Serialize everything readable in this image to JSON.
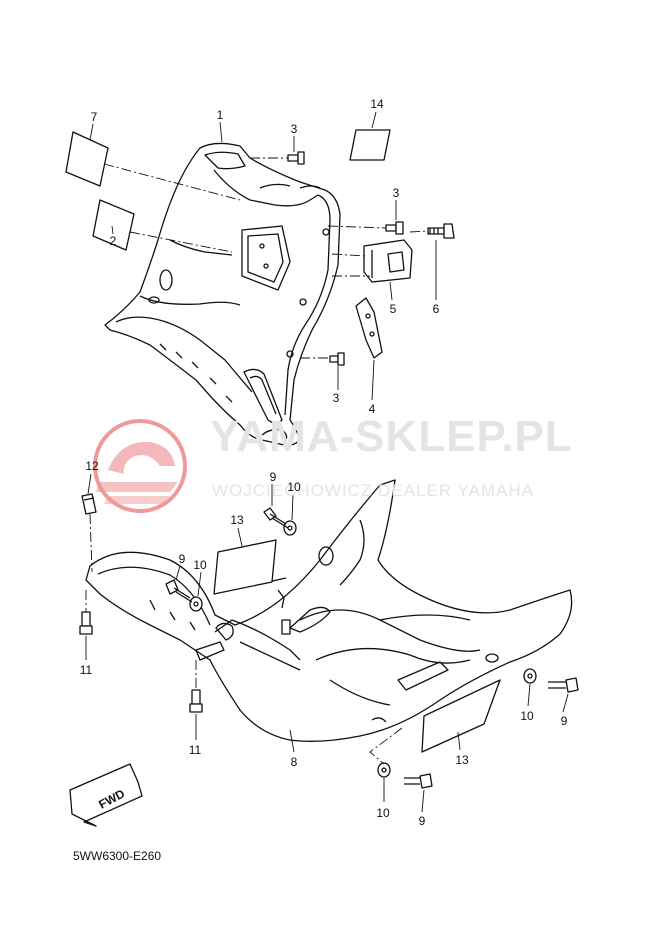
{
  "watermark": {
    "title": "YAMA-SKLEP.PL",
    "subtitle": "WOJCIECHOWICZ DEALER YAMAHA",
    "logo_color": "#e2474a",
    "text_color": "#e4e4e4"
  },
  "diagram_code": "5WW6300-E260",
  "fwd_label": "FWD",
  "parts": [
    {
      "id": "p1",
      "number": "1",
      "name": "leg shield"
    },
    {
      "id": "p2",
      "number": "2",
      "name": "label"
    },
    {
      "id": "p3a",
      "number": "3",
      "name": "screw"
    },
    {
      "id": "p3b",
      "number": "3",
      "name": "screw"
    },
    {
      "id": "p3c",
      "number": "3",
      "name": "screw"
    },
    {
      "id": "p4",
      "number": "4",
      "name": "stay"
    },
    {
      "id": "p5",
      "number": "5",
      "name": "hook"
    },
    {
      "id": "p6",
      "number": "6",
      "name": "screw"
    },
    {
      "id": "p7",
      "number": "7",
      "name": "label"
    },
    {
      "id": "p14",
      "number": "14",
      "name": "label"
    },
    {
      "id": "p12",
      "number": "12",
      "name": "nut"
    },
    {
      "id": "p9a",
      "number": "9",
      "name": "bolt"
    },
    {
      "id": "p10a",
      "number": "10",
      "name": "washer"
    },
    {
      "id": "p13a",
      "number": "13",
      "name": "graphic"
    },
    {
      "id": "p9b",
      "number": "9",
      "name": "bolt"
    },
    {
      "id": "p10b",
      "number": "10",
      "name": "washer"
    },
    {
      "id": "p11a",
      "number": "11",
      "name": "screw"
    },
    {
      "id": "p11b",
      "number": "11",
      "name": "screw"
    },
    {
      "id": "p8",
      "number": "8",
      "name": "footrest board"
    },
    {
      "id": "p10c",
      "number": "10",
      "name": "washer"
    },
    {
      "id": "p9c",
      "number": "9",
      "name": "bolt"
    },
    {
      "id": "p13b",
      "number": "13",
      "name": "graphic"
    },
    {
      "id": "p10d",
      "number": "10",
      "name": "washer"
    },
    {
      "id": "p9d",
      "number": "9",
      "name": "bolt"
    }
  ]
}
